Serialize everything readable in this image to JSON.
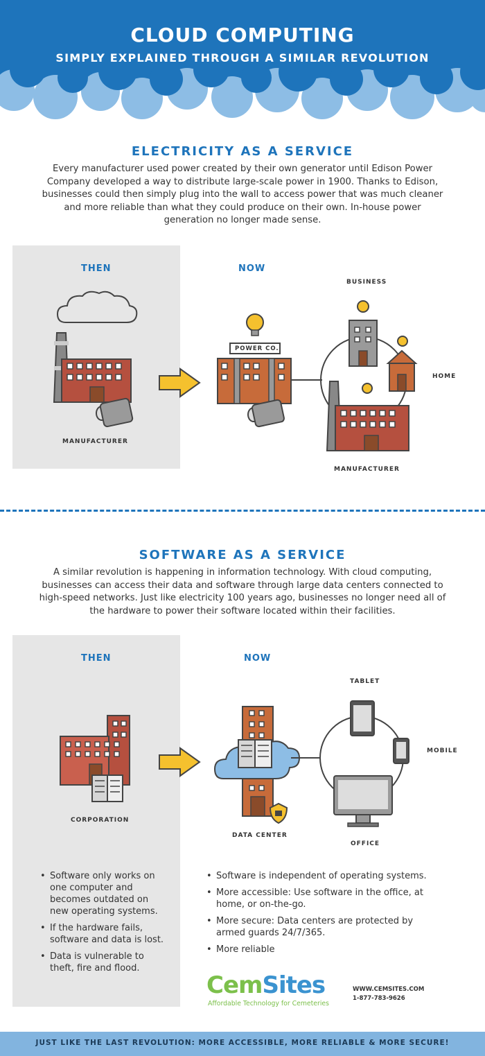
{
  "header": {
    "title": "CLOUD COMPUTING",
    "subtitle": "SIMPLY EXPLAINED THROUGH A SIMILAR REVOLUTION"
  },
  "electricity": {
    "title": "ELECTRICITY AS A SERVICE",
    "text": "Every manufacturer used power created by their own generator until Edison Power Company developed a way to distribute large-scale power in 1900. Thanks to Edison, businesses could then simply plug into the wall to access power that was much cleaner and more reliable than what they could produce on their own. In-house power generation no longer made sense.",
    "then_label": "THEN",
    "now_label": "NOW",
    "then_caption": "MANUFACTURER",
    "power_sign": "POWER CO.",
    "business_label": "BUSINESS",
    "home_label": "HOME",
    "manufacturer_label": "MANUFACTURER"
  },
  "software": {
    "title": "SOFTWARE AS A SERVICE",
    "text": "A similar revolution is happening in information technology. With cloud computing, businesses can access their data and software through large data centers connected to high-speed networks. Just like electricity 100 years ago, businesses no longer need all of the hardware to power their software located within their facilities.",
    "then_label": "THEN",
    "now_label": "NOW",
    "then_caption": "CORPORATION",
    "datacenter_label": "DATA CENTER",
    "tablet_label": "TABLET",
    "mobile_label": "MOBILE",
    "office_label": "OFFICE",
    "then_bullets": [
      "Software only works on one computer and becomes outdated on new operating systems.",
      "If the hardware fails, software and data is lost.",
      "Data is vulnerable to theft, fire and flood."
    ],
    "now_bullets": [
      "Software is independent of operating systems.",
      "More accessible: Use software in the office, at home, or on-the-go.",
      "More secure: Data centers are protected by armed guards 24/7/365.",
      "More reliable"
    ]
  },
  "brand": {
    "name_part1": "Cem",
    "name_part2": "Sites",
    "tagline": "Affordable Technology for Cemeteries",
    "website": "WWW.CEMSITES.COM",
    "phone": "1-877-783-9626"
  },
  "footer": {
    "text": "JUST LIKE THE LAST REVOLUTION: MORE ACCESSIBLE, MORE RELIABLE & MORE SECURE!"
  },
  "colors": {
    "brand_blue": "#1e74bb",
    "light_blue": "#82b4df",
    "brick": "#b5503f",
    "arrow_yellow": "#f5c12e",
    "logo_green": "#7cc04b"
  },
  "icons": [
    "cloud-icon",
    "factory-icon",
    "generator-icon",
    "arrow-icon",
    "lightbulb-icon",
    "house-icon",
    "server-icon",
    "lock-icon",
    "tablet-icon",
    "phone-icon",
    "monitor-icon"
  ]
}
